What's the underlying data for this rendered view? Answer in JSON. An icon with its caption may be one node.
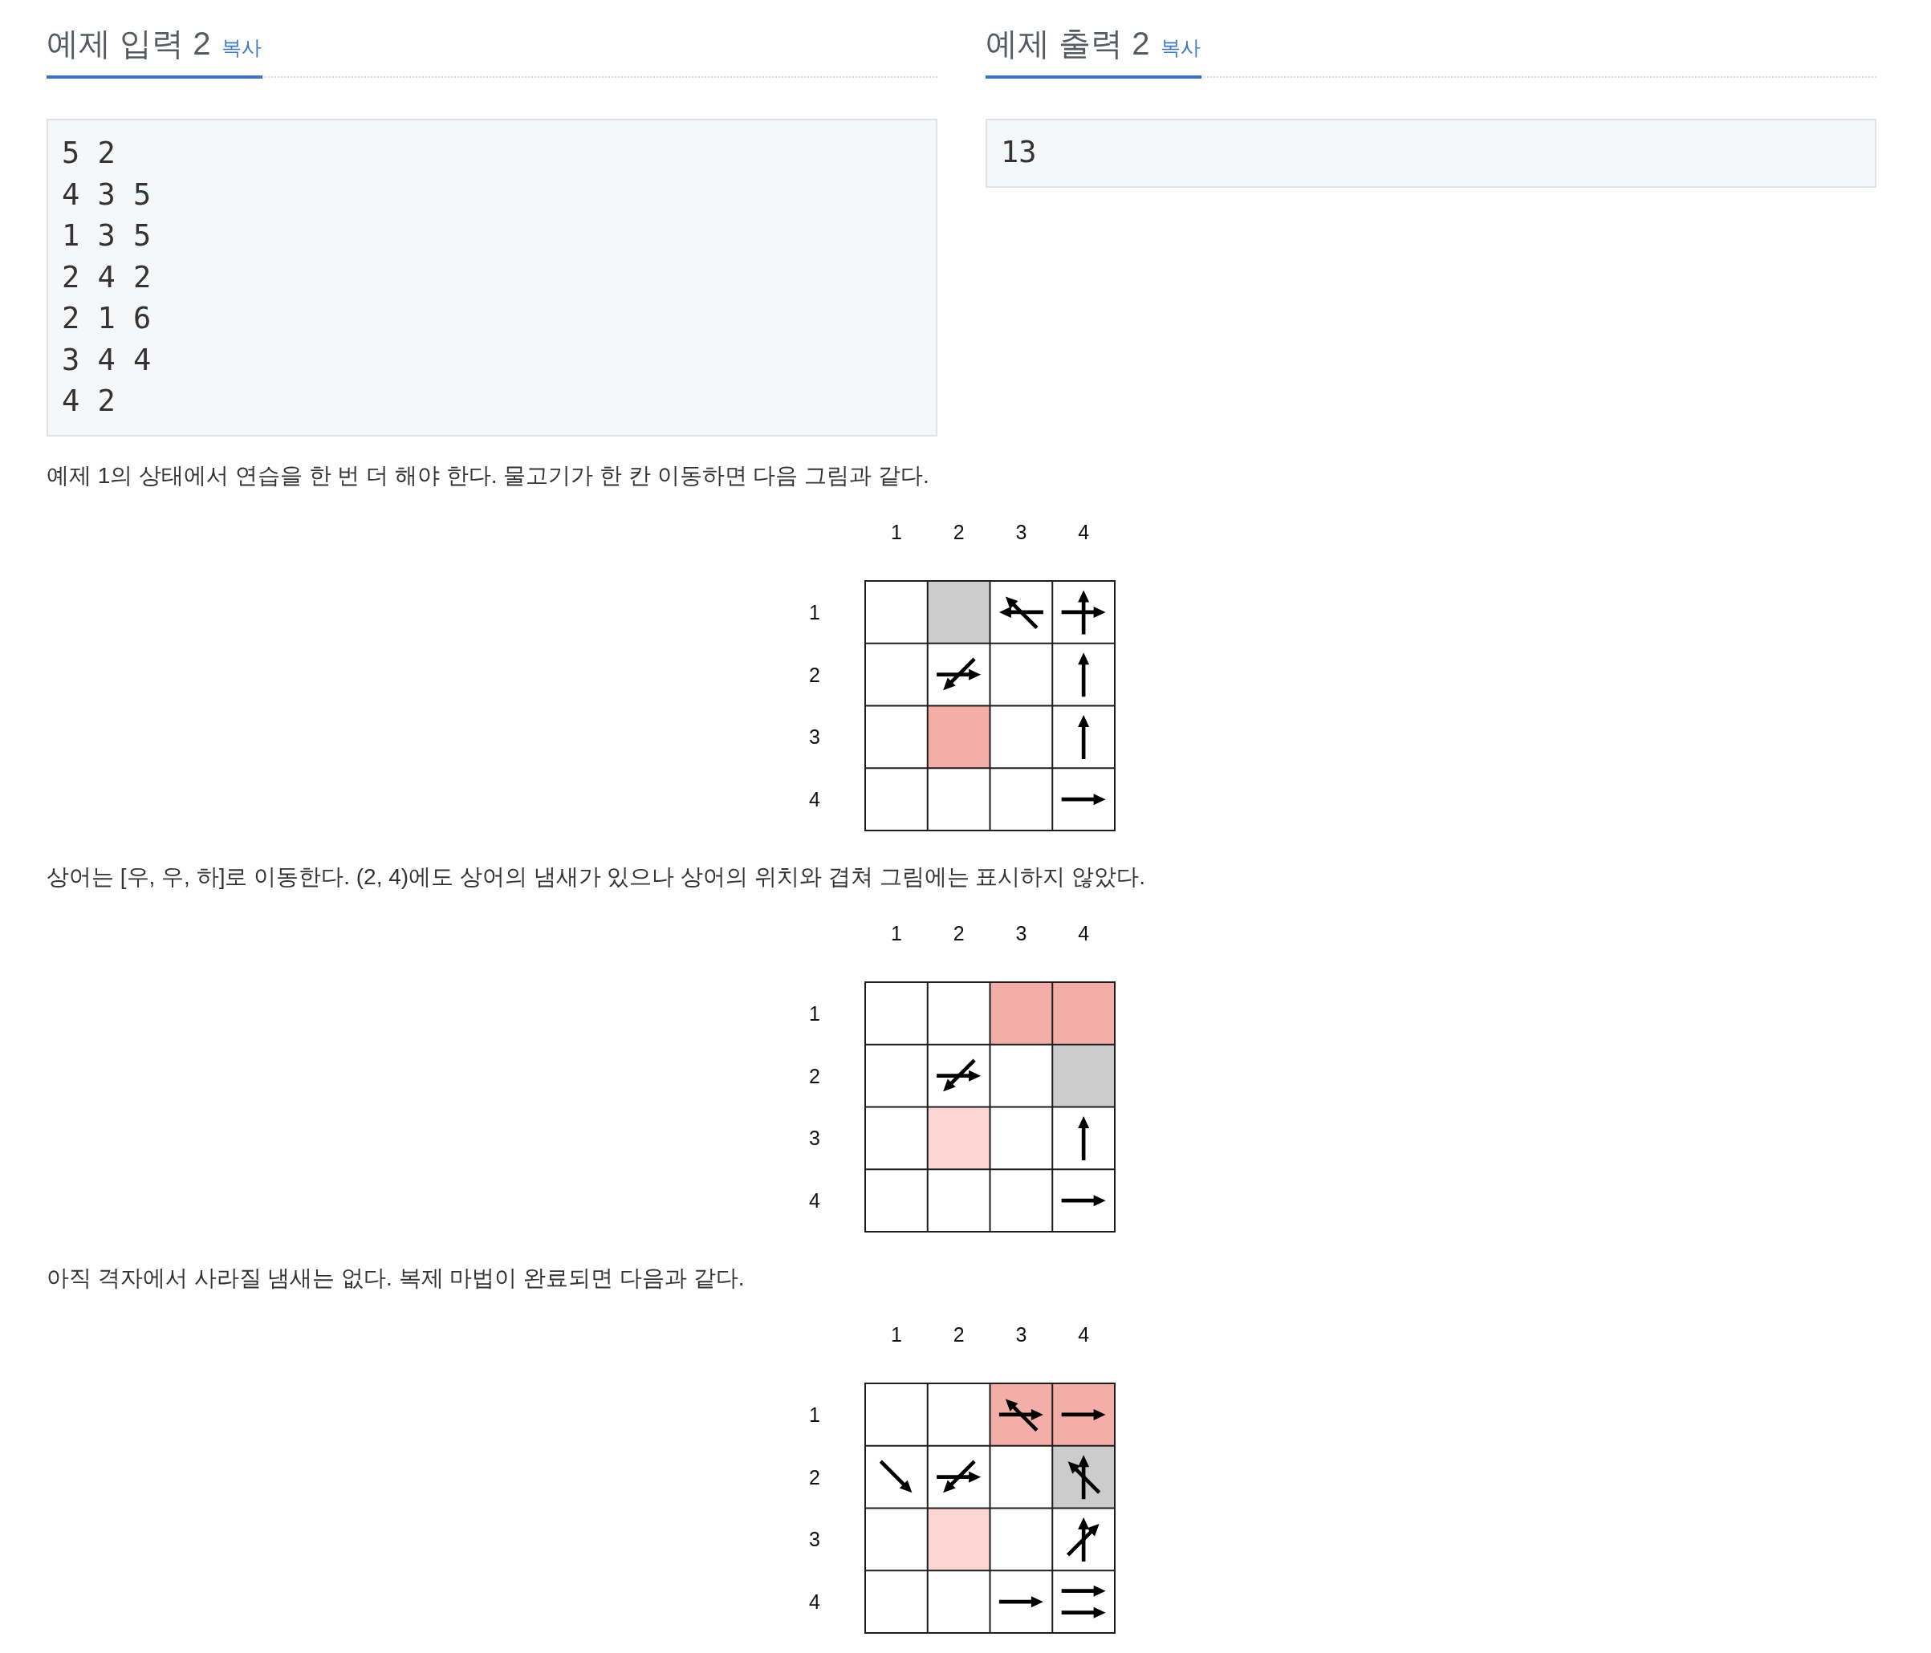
{
  "diagram": {
    "nodes": [
      {
        "text": [
          "5 2",
          "4 3 5",
          "1 3 5",
          "2 4 2",
          "2 1 6",
          "3 4 4",
          "4 2"
        ]
      },
      {
        "text": [
          "13"
        ]
      }
    ],
    "labels": [
      "예제 입력 2",
      "복사",
      "예제 출력 2",
      "복사",
      "예제 1의 상태에서 연습을 한 번 더 해야 한다. 물고기가 한 칸 이동하면 다음 그림과 같다.",
      "1",
      "2",
      "3",
      "4",
      "1",
      "2",
      "3",
      "4",
      "상어는 [우, 우, 하]로 이동한다. (2, 4)에도 상어의 냄새가 있으나 상어의 위치와 겹쳐 그림에는 표시하지 않았다.",
      "1",
      "2",
      "3",
      "4",
      "1",
      "2",
      "3",
      "4",
      "아직 격자에서 사라질 냄새는 없다. 복제 마법이 완료되면 다음과 같다.",
      "1",
      "2",
      "3",
      "4",
      "1",
      "2",
      "3",
      "4"
    ]
  }
}
